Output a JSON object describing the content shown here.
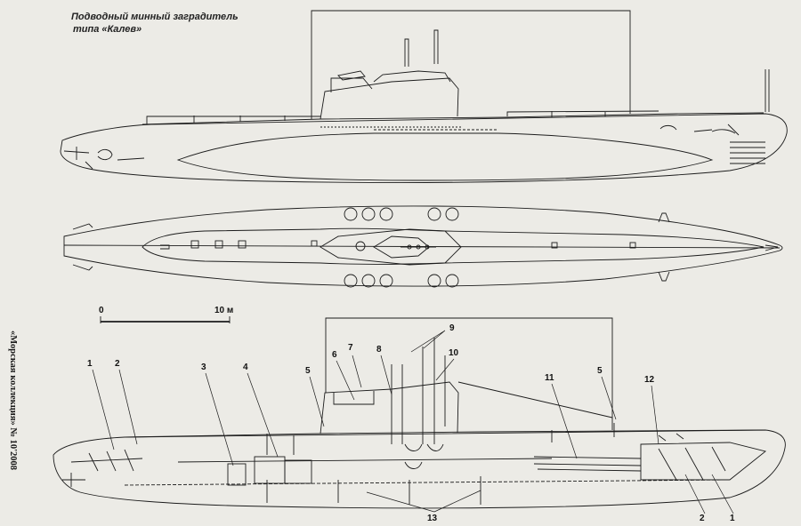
{
  "title": {
    "line1": "Подводный минный заградитель",
    "line2": "типа «Калев»"
  },
  "side_caption": "«Морская коллекция» № 10'2008",
  "scale_bar": {
    "start_label": "0",
    "end_label": "10 м"
  },
  "callouts": {
    "c1_left": "1",
    "c2_left": "2",
    "c3": "3",
    "c4": "4",
    "c5_left": "5",
    "c6": "6",
    "c7": "7",
    "c8": "8",
    "c9": "9",
    "c10": "10",
    "c11": "11",
    "c5_right": "5",
    "c12": "12",
    "c13": "13",
    "c2_right": "2",
    "c1_right": "1"
  },
  "colors": {
    "paper": "#ecebe6",
    "ink": "#1c1c1c"
  }
}
